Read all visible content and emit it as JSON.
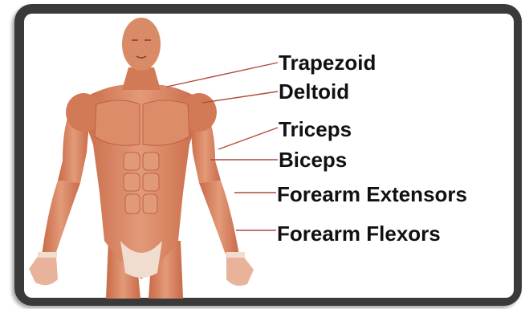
{
  "labels": {
    "trapezoid": "Trapezoid",
    "deltoid": "Deltoid",
    "triceps": "Triceps",
    "biceps": "Biceps",
    "forearm_extensors": "Forearm Extensors",
    "forearm_flexors": "Forearm Flexors"
  },
  "colors": {
    "frame": "#3a3a3a",
    "panel": "#ffffff",
    "muscle": "#d9825e",
    "muscle_dark": "#b8553a",
    "tendon": "#f1ddd0",
    "leader_line": "#b04a3a",
    "label_text": "#111111"
  }
}
